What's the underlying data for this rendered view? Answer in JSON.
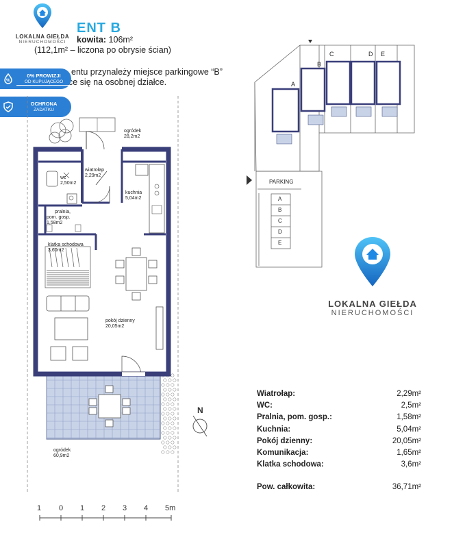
{
  "header": {
    "logo_brand": "LOKALNA GIEŁDA",
    "logo_sub": "NIERUCHOMOŚCI",
    "segment_title": "ENT B",
    "area_label": "kowita:",
    "area_value": "106m²",
    "area_note": "(112,1m² – liczona po obrysie ścian)",
    "parking_line1": "entu przynależy miejsce parkingowe “B”",
    "parking_line2": "ce się na osobnej działce."
  },
  "badges": [
    {
      "line1": "0% PROWIZJI",
      "line2": "OD KUPUJĄCEGO",
      "icon": "percent-drop-icon"
    },
    {
      "line1": "OCHRONA",
      "line2": "ZADATKU",
      "icon": "shield-check-icon"
    }
  ],
  "rooms": {
    "garden_top": {
      "name": "ogródek",
      "area": "28,2m2"
    },
    "vestibule": {
      "name": "wiatrołap",
      "area": "2,29m2"
    },
    "wc": {
      "name": "wc",
      "area": "2,50m2"
    },
    "kitchen": {
      "name": "kuchnia",
      "area": "5,04m2"
    },
    "laundry": {
      "name": "pralnia,",
      "name2": "pom. gosp.",
      "area": "1,58m2"
    },
    "stairs": {
      "name": "klatka schodowa",
      "area": "3,60m2"
    },
    "living": {
      "name": "pokój dzienny",
      "area": "20,05m2"
    },
    "garden_bottom": {
      "name": "ogródek",
      "area": "60,9m2"
    }
  },
  "site_plan": {
    "units": [
      "A",
      "B",
      "C",
      "D",
      "E"
    ],
    "parking_title": "PARKING",
    "parking_spots": [
      "A",
      "B",
      "C",
      "D",
      "E"
    ]
  },
  "compass": {
    "label": "N"
  },
  "scale": {
    "ticks": [
      "1",
      "0",
      "1",
      "2",
      "3",
      "4",
      "5m"
    ]
  },
  "big_logo": {
    "brand": "LOKALNA GIEŁDA",
    "sub": "NIERUCHOMOŚCI"
  },
  "area_table": {
    "rows": [
      {
        "label": "Wiatrołap:",
        "value": "2,29m²"
      },
      {
        "label": "WC:",
        "value": "2,5m²"
      },
      {
        "label": "Pralnia, pom. gosp.:",
        "value": "1,58m²"
      },
      {
        "label": "Kuchnia:",
        "value": "5,04m²"
      },
      {
        "label": "Pokój dzienny:",
        "value": "20,05m²"
      },
      {
        "label": "Komunikacja:",
        "value": "1,65m²"
      },
      {
        "label": "Klatka schodowa:",
        "value": "3,6m²"
      }
    ],
    "total_label": "Pow. całkowita:",
    "total_value": "36,71m²"
  },
  "colors": {
    "accent": "#29a9e0",
    "badge": "#2b7fd4",
    "wall": "#3a3f7a",
    "terrace": "#c9d3e8"
  }
}
